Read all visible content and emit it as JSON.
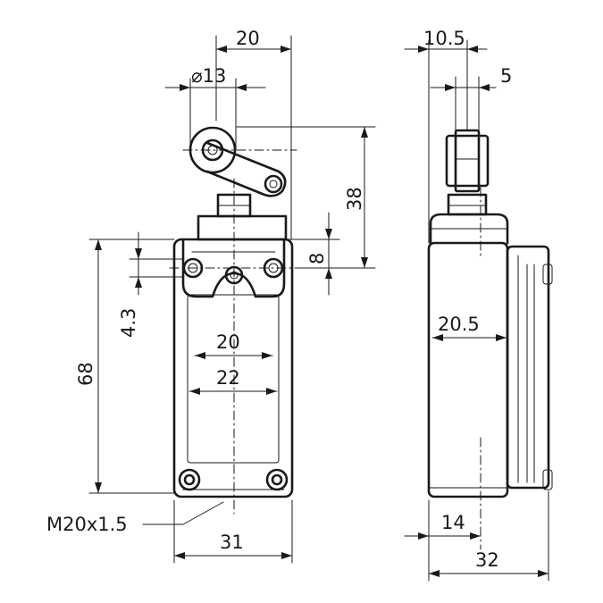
{
  "front_view": {
    "dims": {
      "width_top": "20",
      "roller_dia": "⌀13",
      "height_38": "38",
      "height_8": "8",
      "dim_43": "4.3",
      "height_68": "68",
      "inner_20": "20",
      "inner_22": "22",
      "width_31": "31",
      "thread": "M20x1.5"
    }
  },
  "side_view": {
    "dims": {
      "offset_105": "10.5",
      "offset_5": "5",
      "depth_205": "20.5",
      "offset_14": "14",
      "width_32": "32"
    }
  }
}
